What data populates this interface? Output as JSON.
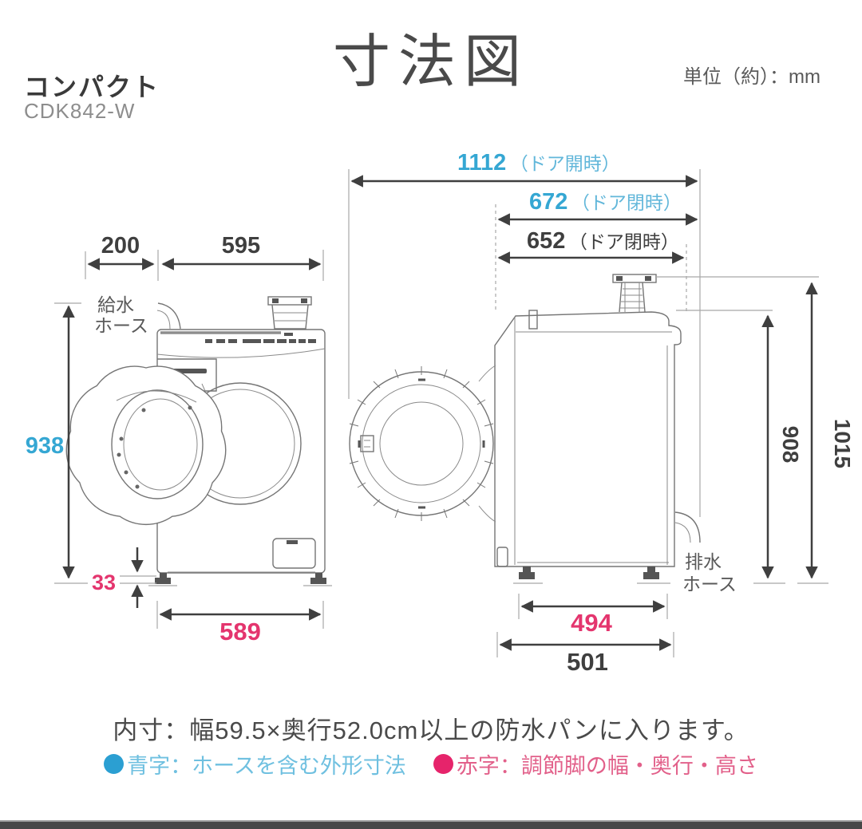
{
  "header": {
    "title": "寸法図",
    "unit": "単位（約）：mm",
    "product_type": "コンパクト",
    "model": "CDK842-W"
  },
  "dims": {
    "door_open": {
      "num": "1112",
      "note": "（ドア開時）"
    },
    "hose_closed": {
      "num": "672",
      "note": "（ドア閉時）"
    },
    "body_closed": {
      "num": "652",
      "note": "（ドア閉時）"
    },
    "left_offset": "200",
    "front_width": "595",
    "height_with_hose": "938",
    "foot_height": "33",
    "feet_width": "589",
    "body_height": "908",
    "total_height": "1015",
    "feet_depth": "494",
    "body_depth": "501"
  },
  "callouts": {
    "supply_hose_line1": "給水",
    "supply_hose_line2": "ホース",
    "drain_hose_line1": "排水",
    "drain_hose_line2": "ホース"
  },
  "footnote": "内寸：幅59.5×奥行52.0cm以上の防水パンに入ります。",
  "legend": {
    "blue_text": "青字：ホースを含む外形寸法",
    "red_text": "赤字：調節脚の幅・奥行・高さ"
  },
  "colors": {
    "blue": "#35a7d3",
    "blue_light": "#62b7da",
    "red": "#e4356e",
    "red_light": "#e2608a"
  }
}
